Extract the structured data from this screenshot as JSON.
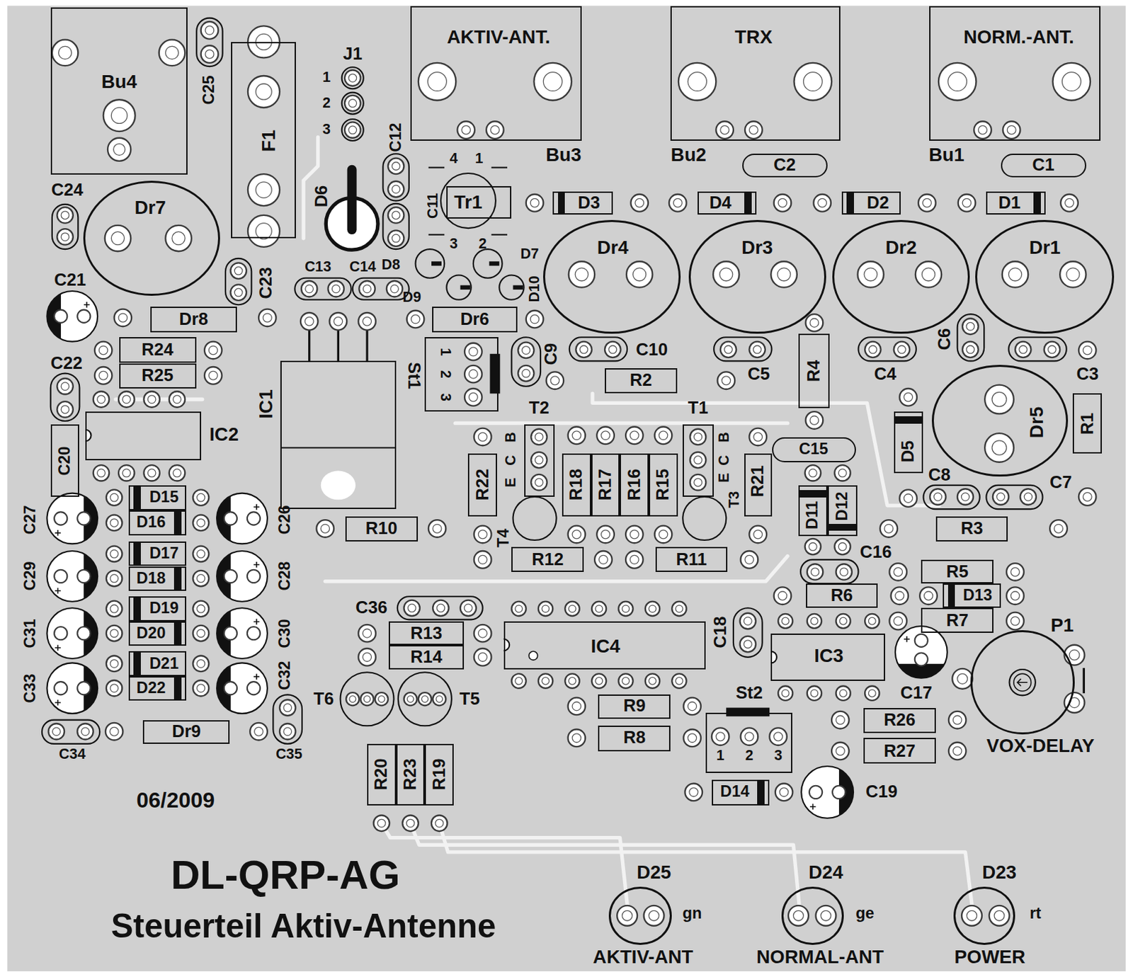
{
  "diagram": {
    "title": "DL-QRP-AG",
    "caption": "Steuerteil Aktiv-Antenne",
    "nodes": [
      {
        "text": [
          "Bu4"
        ]
      },
      {
        "text": [
          "F1"
        ]
      },
      {
        "text": [
          "AKTIV-ANT.",
          "Bu3"
        ]
      },
      {
        "text": [
          "TRX",
          "Bu2"
        ]
      },
      {
        "text": [
          "NORM.-ANT.",
          "Bu1"
        ]
      },
      {
        "text": [
          "Dr7"
        ]
      },
      {
        "text": [
          "C2"
        ]
      },
      {
        "text": [
          "C1"
        ]
      },
      {
        "text": [
          "Tr1"
        ]
      },
      {
        "text": [
          "D3"
        ]
      },
      {
        "text": [
          "D4"
        ]
      },
      {
        "text": [
          "D2"
        ]
      },
      {
        "text": [
          "D1"
        ]
      },
      {
        "text": [
          "Dr4"
        ]
      },
      {
        "text": [
          "Dr3"
        ]
      },
      {
        "text": [
          "Dr2"
        ]
      },
      {
        "text": [
          "Dr1"
        ]
      },
      {
        "text": [
          "Dr8"
        ]
      },
      {
        "text": [
          "Dr6"
        ]
      },
      {
        "text": [
          "R24"
        ]
      },
      {
        "text": [
          "R25"
        ]
      },
      {
        "text": [
          "St1"
        ]
      },
      {
        "text": [
          "IC1"
        ]
      },
      {
        "text": [
          "R2"
        ]
      },
      {
        "text": [
          "R4"
        ]
      },
      {
        "text": [
          "IC2"
        ]
      },
      {
        "text": [
          "C20"
        ]
      },
      {
        "text": [
          "Dr5"
        ]
      },
      {
        "text": [
          "R1"
        ]
      },
      {
        "text": [
          "D5"
        ]
      },
      {
        "text": [
          "T2"
        ]
      },
      {
        "text": [
          "T1"
        ]
      },
      {
        "text": [
          "C15"
        ]
      },
      {
        "text": [
          "R22"
        ]
      },
      {
        "text": [
          "R18"
        ]
      },
      {
        "text": [
          "R17"
        ]
      },
      {
        "text": [
          "R16"
        ]
      },
      {
        "text": [
          "R15"
        ]
      },
      {
        "text": [
          "R21"
        ]
      },
      {
        "text": [
          "D11"
        ]
      },
      {
        "text": [
          "D12"
        ]
      },
      {
        "text": [
          "R10"
        ]
      },
      {
        "text": [
          "R3"
        ]
      },
      {
        "text": [
          "D15"
        ]
      },
      {
        "text": [
          "D16"
        ]
      },
      {
        "text": [
          "R12"
        ]
      },
      {
        "text": [
          "R11"
        ]
      },
      {
        "text": [
          "D17"
        ]
      },
      {
        "text": [
          "D18"
        ]
      },
      {
        "text": [
          "R5"
        ]
      },
      {
        "text": [
          "R6"
        ]
      },
      {
        "text": [
          "D13"
        ]
      },
      {
        "text": [
          "D19"
        ]
      },
      {
        "text": [
          "D20"
        ]
      },
      {
        "text": [
          "R7"
        ]
      },
      {
        "text": [
          "R13"
        ]
      },
      {
        "text": [
          "R14"
        ]
      },
      {
        "text": [
          "IC4"
        ]
      },
      {
        "text": [
          "IC3"
        ]
      },
      {
        "text": [
          "D21"
        ]
      },
      {
        "text": [
          "D22"
        ]
      },
      {
        "text": [
          "P1",
          "VOX-DELAY"
        ]
      },
      {
        "text": [
          "R9"
        ]
      },
      {
        "text": [
          "St2"
        ]
      },
      {
        "text": [
          "R26"
        ]
      },
      {
        "text": [
          "Dr9"
        ]
      },
      {
        "text": [
          "R8"
        ]
      },
      {
        "text": [
          "R27"
        ]
      },
      {
        "text": [
          "R20"
        ]
      },
      {
        "text": [
          "R23"
        ]
      },
      {
        "text": [
          "R19"
        ]
      },
      {
        "text": [
          "D14"
        ]
      },
      {
        "text": [
          "D25",
          "gn",
          "AKTIV-ANT"
        ]
      },
      {
        "text": [
          "D24",
          "ge",
          "NORMAL-ANT"
        ]
      },
      {
        "text": [
          "D23",
          "rt",
          "POWER"
        ]
      }
    ],
    "labels": [
      "C25",
      "J1",
      "1",
      "2",
      "3",
      "D6",
      "C12",
      "4",
      "1",
      "C11",
      "3",
      "2",
      "C24",
      "C21",
      "C23",
      "C13",
      "C14",
      "D8",
      "D7",
      "D9",
      "D10",
      "C22",
      "C9",
      "C10",
      "C5",
      "C4",
      "C6",
      "C3",
      "1",
      "2",
      "3",
      "C8",
      "C7",
      "B",
      "C",
      "E",
      "T4",
      "B",
      "C",
      "E",
      "T3",
      "C27",
      "C26",
      "C29",
      "C28",
      "C16",
      "C31",
      "C30",
      "C36",
      "C18",
      "C33",
      "C32",
      "C17",
      "T6",
      "T5",
      "1",
      "2",
      "3",
      "C34",
      "C35",
      "06/2009",
      "C19"
    ]
  }
}
